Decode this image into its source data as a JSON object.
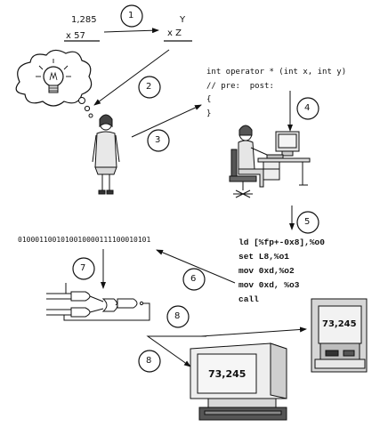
{
  "multiplication": {
    "numeric_top": "1,285",
    "numeric_bottom": "x 57",
    "symbolic_top": "Y",
    "symbolic_bottom": "x Z"
  },
  "code": {
    "signature": "int operator * (int x, int y)",
    "comment": "// pre:  post:",
    "open_brace": "{",
    "close_brace": "}"
  },
  "binary": "0100011001010010000111100010101",
  "assembly": [
    "ld [%fp+-0x8],%o0",
    "set L8,%o1",
    "mov 0xd,%o2",
    "mov 0xd, %o3",
    "call"
  ],
  "steps": [
    "1",
    "2",
    "3",
    "4",
    "5",
    "6",
    "7",
    "8",
    "8"
  ],
  "monitors": {
    "small_screen": "73,245",
    "large_screen": "73,245"
  },
  "colors": {
    "ink": "#111111",
    "paper": "#ffffff",
    "screen": "#f2f2f2",
    "shade": "#cfcfcf"
  }
}
